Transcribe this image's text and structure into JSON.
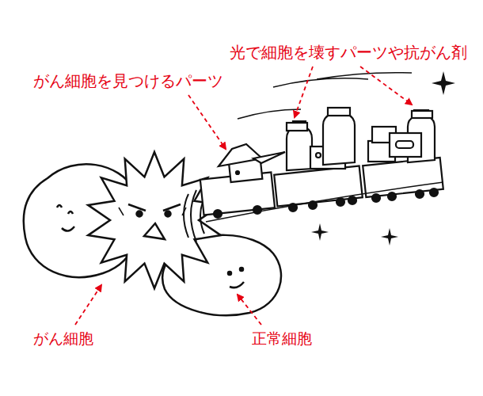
{
  "diagram": {
    "labels": [
      "光で細胞を壊すパーツや抗がん剤",
      "がん細胞を見つけるパーツ",
      "がん細胞",
      "正常細胞"
    ]
  }
}
